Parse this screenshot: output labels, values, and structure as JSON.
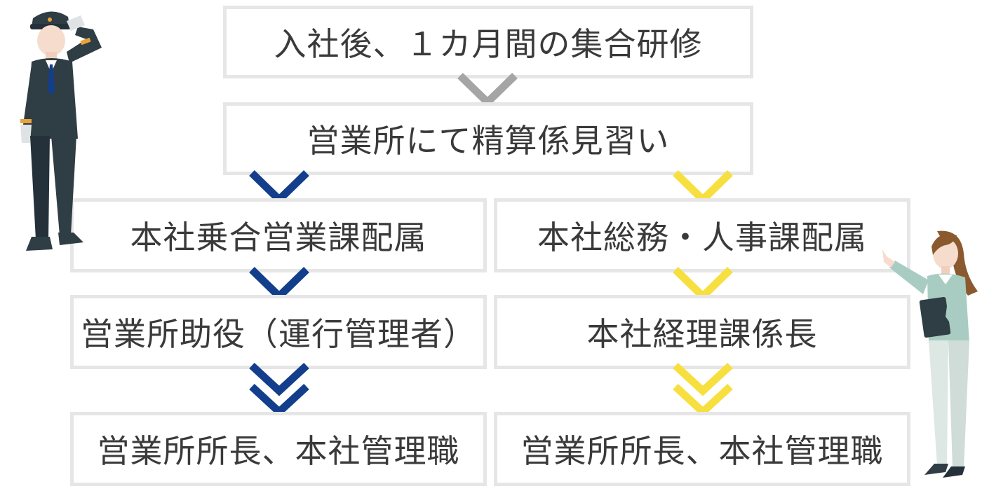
{
  "flow": {
    "common": [
      {
        "label": "入社後、１カ月間の集合研修"
      },
      {
        "label": "営業所にて精算係見習い"
      }
    ],
    "left_track": [
      {
        "label": "本社乗合営業課配属"
      },
      {
        "label": "営業所助役（運行管理者）"
      },
      {
        "label": "営業所所長、本社管理職"
      }
    ],
    "right_track": [
      {
        "label": "本社総務・人事課配属"
      },
      {
        "label": "本社経理課係長"
      },
      {
        "label": "営業所所長、本社管理職"
      }
    ]
  },
  "colors": {
    "common_arrow": "#a5a5a5",
    "left_arrow": "#123e8c",
    "right_arrow": "#f7df3f",
    "box_border": "#e6e6e6",
    "text": "#3a3a3a"
  }
}
